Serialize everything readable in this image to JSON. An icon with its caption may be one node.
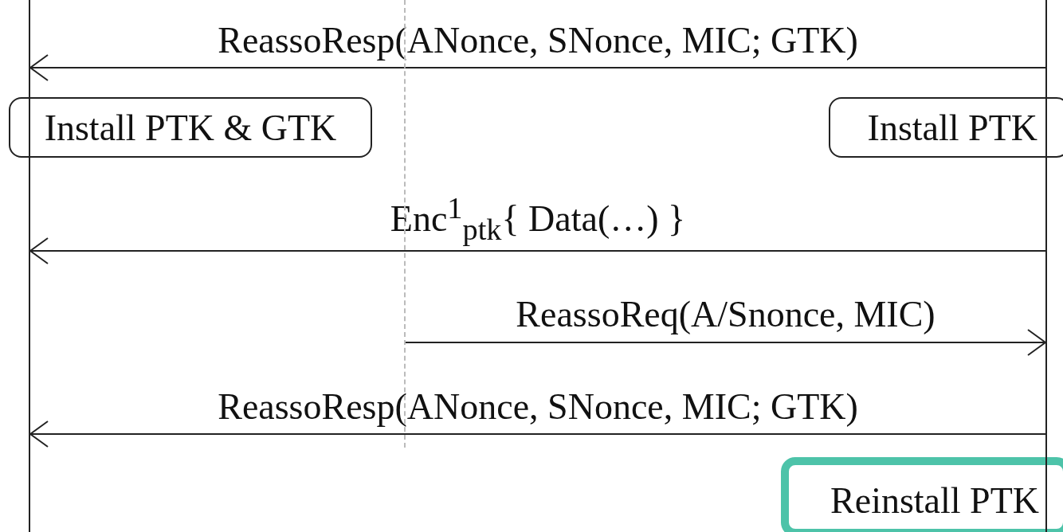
{
  "diagram": {
    "nodes": [
      {
        "text": [],
        "shape": "bar"
      },
      {
        "text": [],
        "shape": "bar"
      },
      {
        "text": [],
        "shape": "bar"
      },
      {
        "text": [
          "Install PTK & GTK"
        ]
      },
      {
        "text": [
          "Install PTK"
        ]
      },
      {
        "text": [
          "Reinstall PTK"
        ]
      }
    ],
    "edges": [
      {
        "from": 2,
        "to": 0,
        "arrow": "to",
        "label": "ReassoResp(ANonce, SNonce, MIC; GTK)"
      },
      {
        "from": 2,
        "to": 0,
        "arrow": "to",
        "label": "Enc$^{1}$$_{ptk}${ Data(…) }"
      },
      {
        "from": 1,
        "to": 2,
        "arrow": "to",
        "label": "ReassoReq(A/Snonce, MIC)"
      },
      {
        "from": 2,
        "to": 0,
        "arrow": "to",
        "label": "ReassoResp(ANonce, SNonce, MIC; GTK)"
      }
    ]
  }
}
